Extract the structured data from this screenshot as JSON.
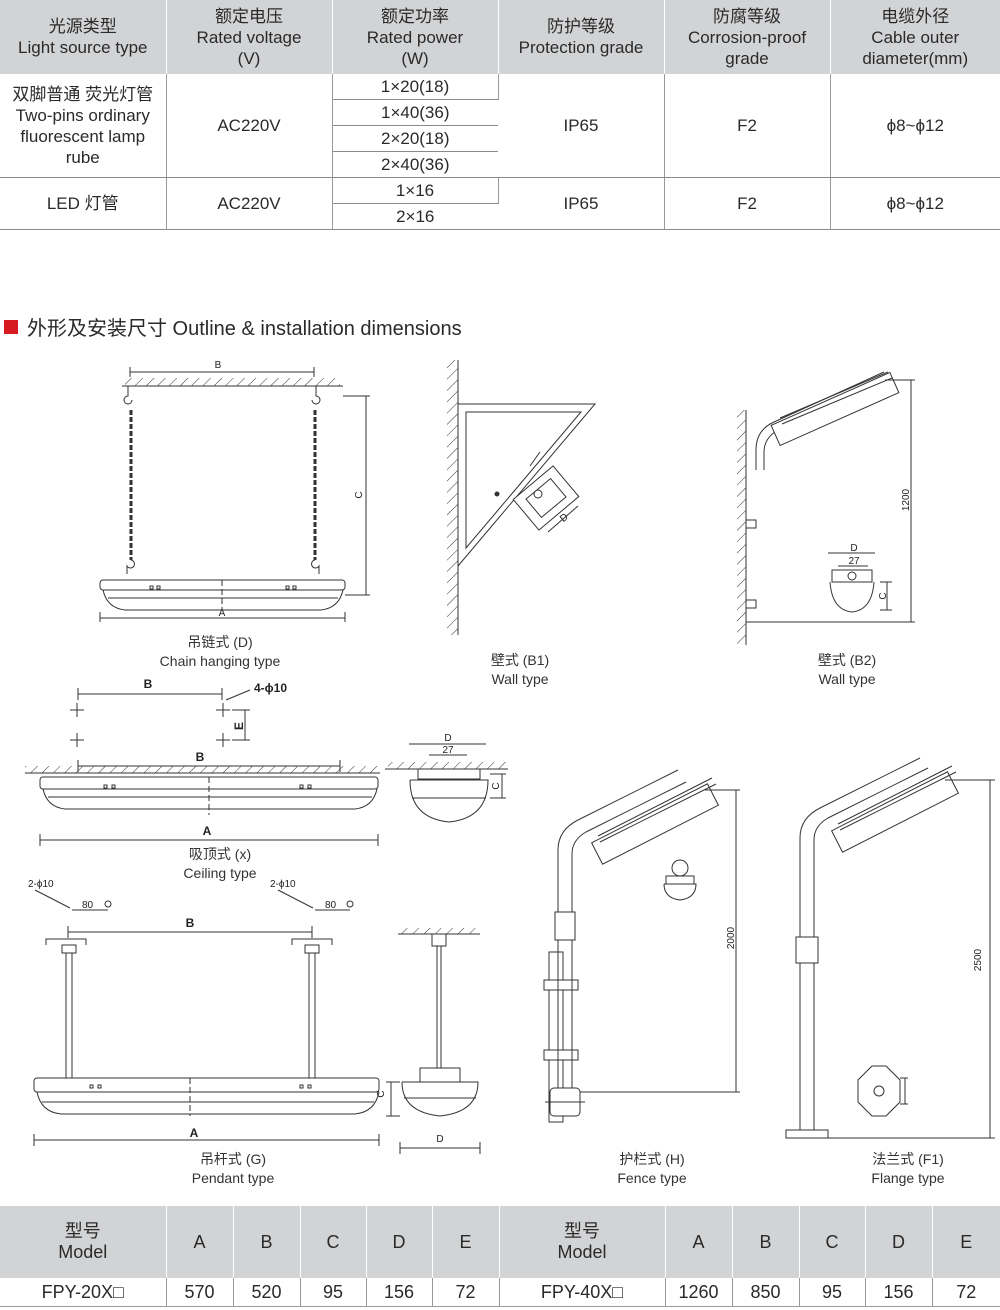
{
  "spec_table": {
    "headers": [
      {
        "cn": "光源类型",
        "en": "Light source type"
      },
      {
        "cn": "额定电压",
        "en": "Rated voltage",
        "en2": "(V)"
      },
      {
        "cn": "额定功率",
        "en": "Rated power",
        "en2": "(W)"
      },
      {
        "cn": "防护等级",
        "en": "Protection grade"
      },
      {
        "cn": "防腐等级",
        "en": "Corrosion-proof",
        "en2": "grade"
      },
      {
        "cn": "电缆外径",
        "en": "Cable outer",
        "en2": "diameter(mm)"
      }
    ],
    "rows": [
      {
        "type_lines": [
          "双脚普通 荧光灯管",
          "Two-pins ordinary",
          "fluorescent lamp",
          "rube"
        ],
        "voltage": "AC220V",
        "powers": [
          "1×20(18)",
          "1×40(36)",
          "2×20(18)",
          "2×40(36)"
        ],
        "protection": "IP65",
        "corrosion": "F2",
        "cable": "ϕ8~ϕ12"
      },
      {
        "type_lines": [
          "LED 灯管"
        ],
        "voltage": "AC220V",
        "powers": [
          "1×16",
          "2×16"
        ],
        "protection": "IP65",
        "corrosion": "F2",
        "cable": "ϕ8~ϕ12"
      }
    ]
  },
  "section_title": "外形及安装尺寸 Outline & installation dimensions",
  "drawings": {
    "chain": {
      "cn": "吊链式 (D)",
      "en": "Chain hanging type",
      "dims": {
        "b": "B",
        "c": "C",
        "a": "A"
      }
    },
    "wall_b1": {
      "cn": "壁式 (B1)",
      "en": "Wall type",
      "dims": {
        "d": "D"
      }
    },
    "wall_b2": {
      "cn": "壁式 (B2)",
      "en": "Wall type",
      "dims": {
        "h": "1200",
        "d": "D",
        "w": "27",
        "c": "C"
      }
    },
    "ceiling": {
      "cn": "吸顶式 (x)",
      "en": "Ceiling type",
      "dims": {
        "b": "B",
        "holes": "4-ϕ10",
        "e": "E",
        "a": "A",
        "d": "D",
        "w": "27",
        "c": "C"
      }
    },
    "pendant": {
      "cn": "吊杆式 (G)",
      "en": "Pendant type",
      "dims": {
        "holes": "2-ϕ10",
        "off": "80",
        "b": "B",
        "a": "A",
        "c": "C",
        "d": "D"
      }
    },
    "fence": {
      "cn": "护栏式 (H)",
      "en": "Fence type",
      "dims": {
        "h": "2000"
      }
    },
    "flange": {
      "cn": "法兰式 (F1)",
      "en": "Flange type",
      "dims": {
        "h": "2500"
      }
    }
  },
  "model_table": {
    "model_cn": "型号",
    "model_en": "Model",
    "cols": [
      "A",
      "B",
      "C",
      "D",
      "E"
    ],
    "rows": [
      {
        "model": "FPY-20X□",
        "values": [
          "570",
          "520",
          "95",
          "156",
          "72"
        ]
      },
      {
        "model": "FPY-40X□",
        "values": [
          "1260",
          "850",
          "95",
          "156",
          "72"
        ]
      }
    ]
  }
}
